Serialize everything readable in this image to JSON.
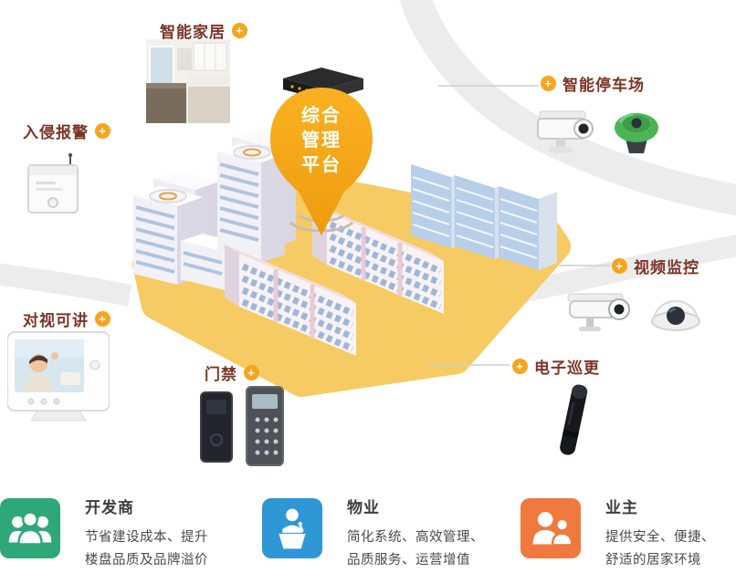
{
  "colors": {
    "accent_yellow": "#F6A51C",
    "feature_label": "#7C3428",
    "land_yellow": "#F7CB63",
    "pin_top": "#F9B121",
    "pin_bottom": "#EE9C10",
    "developer_green": "#2EA878",
    "property_blue": "#2E97D5",
    "owner_orange": "#F0793F"
  },
  "icons": {
    "plus": "+"
  },
  "pin": {
    "lines": [
      "综合",
      "管理",
      "平台"
    ]
  },
  "features": {
    "smart_home": "智能家居",
    "intrusion_alarm": "入侵报警",
    "video_intercom": "对视可讲",
    "access_control": "门禁",
    "smart_parking": "智能停车场",
    "video_surveillance": "视频监控",
    "electronic_patrol": "电子巡更"
  },
  "benefits": [
    {
      "title": "开发商",
      "desc": "节省建设成本、提升\n楼盘品质及品牌溢价",
      "icon": "developer-people-icon",
      "color": "#2EA878"
    },
    {
      "title": "物业",
      "desc": "简化系统、高效管理、\n品质服务、运营增值",
      "icon": "podium-speaker-icon",
      "color": "#2E97D5"
    },
    {
      "title": "业主",
      "desc": "提供安全、便捷、\n舒适的居家环境",
      "icon": "owner-people-icon",
      "color": "#F0793F"
    }
  ]
}
